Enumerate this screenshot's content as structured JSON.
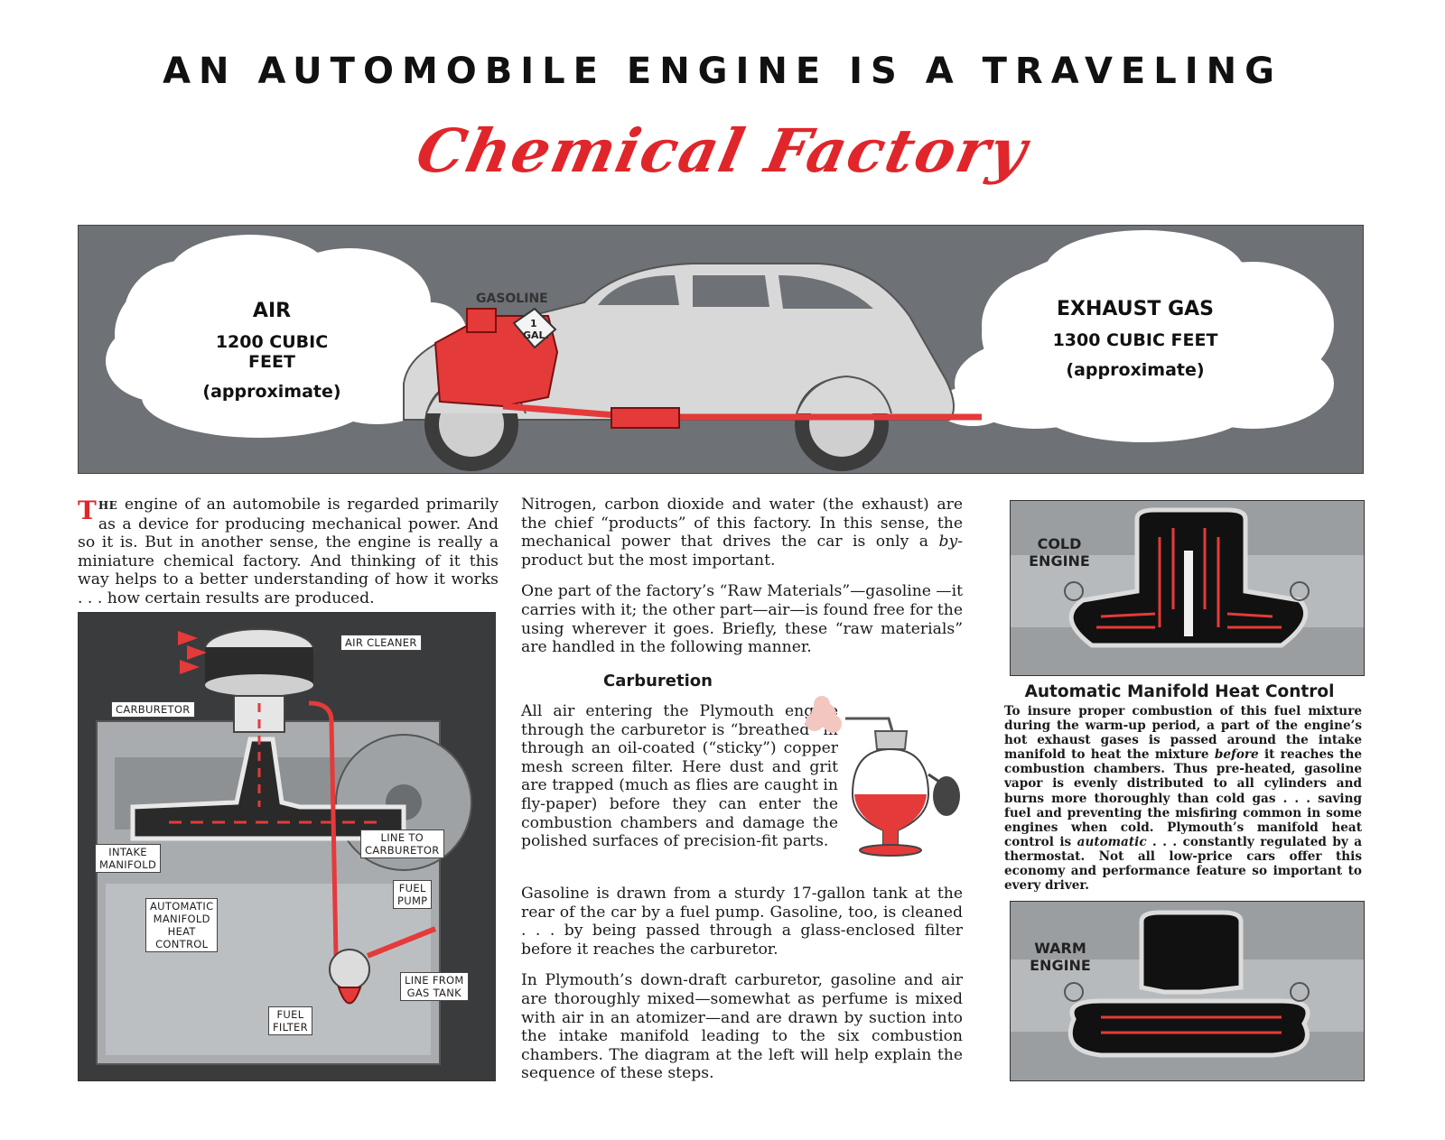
{
  "header": {
    "headline": "AN AUTOMOBILE ENGINE IS A TRAVELING",
    "script_title": "Chemical Factory"
  },
  "banner": {
    "air": {
      "title": "AIR",
      "amount": "1200 CUBIC FEET",
      "note": "(approximate)"
    },
    "exhaust": {
      "title": "EXHAUST GAS",
      "amount": "1300 CUBIC FEET",
      "note": "(approximate)"
    },
    "gasoline_label": "GASOLINE",
    "can_label_top": "1",
    "can_label_bottom": "GAL."
  },
  "intro": {
    "dropcap": "T",
    "lead": "HE",
    "text": " engine of an automobile is regarded primarily as a device for producing mechanical power. And so it is.  But in another sense, the engine is really a miniature chemical factory.  And thinking of it this way helps to a better understanding of how it works . . . how certain results are produced."
  },
  "engine_diagram": {
    "labels": {
      "air_cleaner": "AIR CLEANER",
      "carburetor": "CARBURETOR",
      "intake_manifold_1": "INTAKE",
      "intake_manifold_2": "MANIFOLD",
      "line_to_carb_1": "LINE TO",
      "line_to_carb_2": "CARBURETOR",
      "fuel_pump_1": "FUEL",
      "fuel_pump_2": "PUMP",
      "auto_1": "AUTOMATIC",
      "auto_2": "MANIFOLD",
      "auto_3": "HEAT",
      "auto_4": "CONTROL",
      "line_from_1": "LINE FROM",
      "line_from_2": "GAS TANK",
      "fuel_filter_1": "FUEL",
      "fuel_filter_2": "FILTER"
    }
  },
  "middle": {
    "p1_a": "Nitrogen, carbon dioxide and water (the exhaust) are the chief “products” of this factory.  In this sense, the mechanical power that drives the car is only a ",
    "p1_em": "by",
    "p1_b": "-product but the most important.",
    "p2": "One part of the factory’s “Raw Materials”—gasoline —it carries with it; the other part—air—is found free for the using wherever it goes.  Briefly, these “raw materials” are handled in the following manner.",
    "subhead": "Carburetion",
    "p3": "All air entering the Plymouth engine through the carburetor is “breathed” in through an oil-coated (“sticky”) copper mesh screen filter. Here dust and grit are trapped (much as flies are caught in fly-paper) before they can enter the combustion chambers and damage the polished surfaces of precision-fit parts.",
    "p4": "Gasoline is drawn from a sturdy 17-gallon tank at the rear of the car by a fuel pump. Gasoline, too, is cleaned . . . by being passed through a glass-enclosed filter before it reaches the carburetor.",
    "p5": "In Plymouth’s down-draft carburetor, gasoline and air are thoroughly mixed—somewhat as perfume is mixed with air in an atomizer—and are drawn by suction into the intake manifold leading to the six combustion chambers. The diagram at the left will help explain the sequence of these steps."
  },
  "sidebar": {
    "cold_1": "COLD",
    "cold_2": "ENGINE",
    "heading": "Automatic Manifold Heat Control",
    "text_a": "To insure proper combustion of this fuel mixture during the warm-up period, a part of the engine’s hot exhaust gases is passed around the intake manifold to heat the mixture ",
    "text_em1": "before",
    "text_b": " it reaches the combustion chambers. Thus pre-heated, gasoline vapor is evenly distributed to all cylinders and burns more thoroughly than cold gas . . . saving fuel and preventing the misfiring common in some engines when cold. Plymouth’s manifold heat control is ",
    "text_em2": "automatic",
    "text_c": " . . . constantly regulated by a thermostat. Not all low-price cars offer this economy and performance feature so important to every driver.",
    "warm_1": "WARM",
    "warm_2": "ENGINE"
  },
  "colors": {
    "accent_red": "#e0262b",
    "panel_gray": "#6e7175"
  }
}
